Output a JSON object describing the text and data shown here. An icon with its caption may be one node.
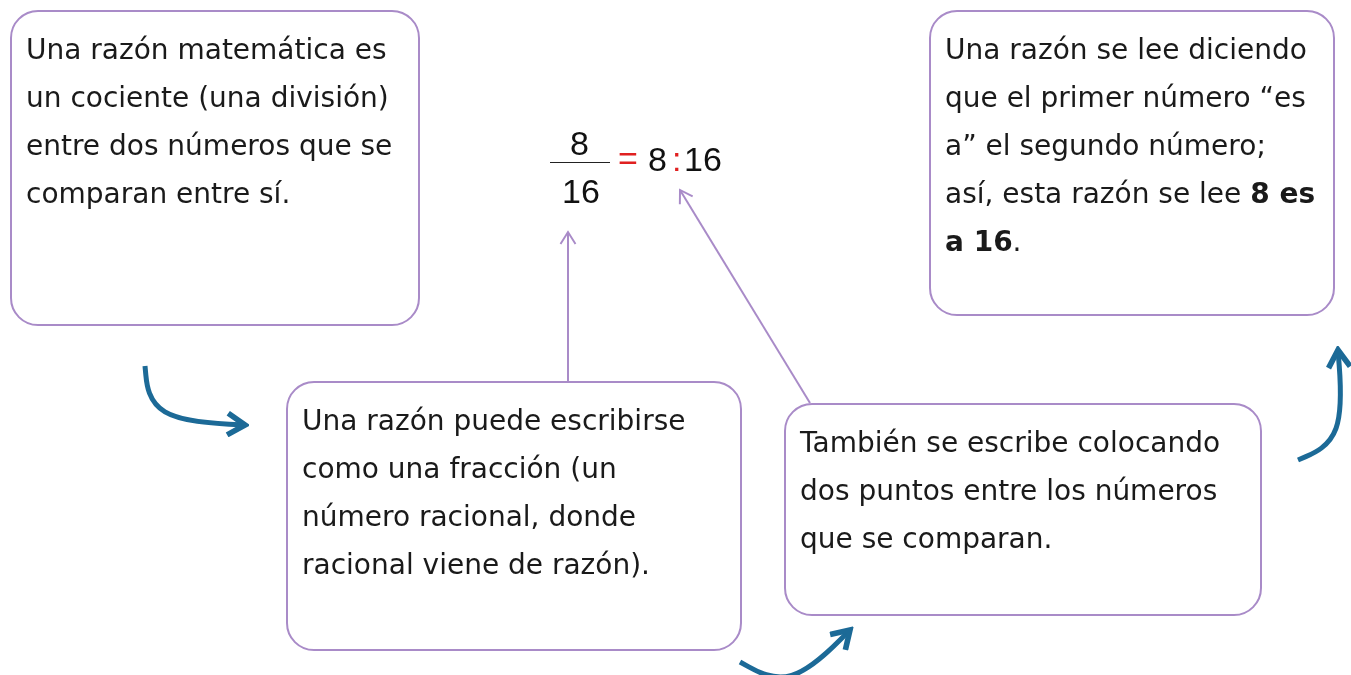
{
  "diagram": {
    "nodes": [
      {
        "text": [
          "Una razón matemática es un cociente (una división) entre dos números que se comparan entre sí."
        ]
      },
      {
        "text": [
          "Una razón puede escribirse como una fracción (un número racional, donde racional viene de razón)."
        ]
      },
      {
        "text": [
          "También se escribe colocando dos puntos entre los números que se comparan."
        ]
      },
      {
        "text": [
          "Una razón se lee diciendo que el primer número “es a” el segundo número; así, esta razón se lee **8 es a 16**."
        ]
      },
      {
        "text": [
          "8",
          "16"
        ]
      },
      {
        "text": [
          "8",
          ":",
          "16"
        ]
      }
    ],
    "edges": [
      {
        "from": 0,
        "to": 1,
        "arrow": "to"
      },
      {
        "from": 1,
        "to": 2,
        "arrow": "to"
      },
      {
        "from": 2,
        "to": 3,
        "arrow": "to"
      },
      {
        "from": 1,
        "to": 4,
        "arrow": "to",
        "color": "#a98bc8"
      },
      {
        "from": 2,
        "to": 5,
        "arrow": "to",
        "color": "#a98bc8"
      }
    ],
    "labels": [
      "="
    ]
  }
}
